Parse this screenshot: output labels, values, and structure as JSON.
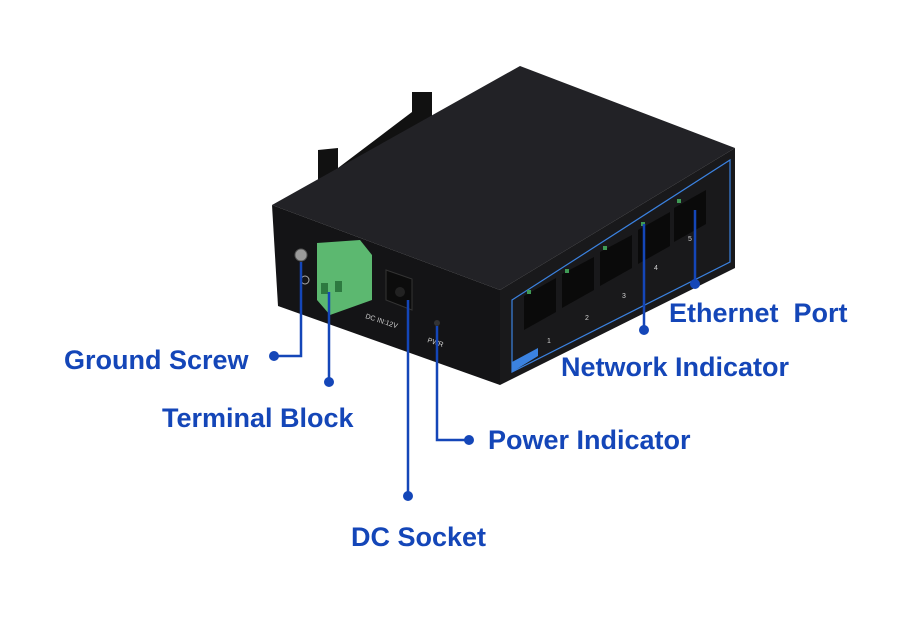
{
  "labels": {
    "ground_screw": "Ground Screw",
    "terminal_block": "Terminal Block",
    "dc_socket": "DC Socket",
    "power_indicator": "Power Indicator",
    "network_indicator": "Network Indicator",
    "ethernet_port": "Ethernet  Port"
  },
  "device_markings": {
    "dc_input": "DC IN:12V",
    "power": "PWR",
    "ports": [
      "1",
      "2",
      "3",
      "4",
      "5"
    ]
  },
  "colors": {
    "label": "#1446b8",
    "terminal": "#5cb870",
    "body": "#1b1b1d",
    "trim": "#3b82e0"
  }
}
